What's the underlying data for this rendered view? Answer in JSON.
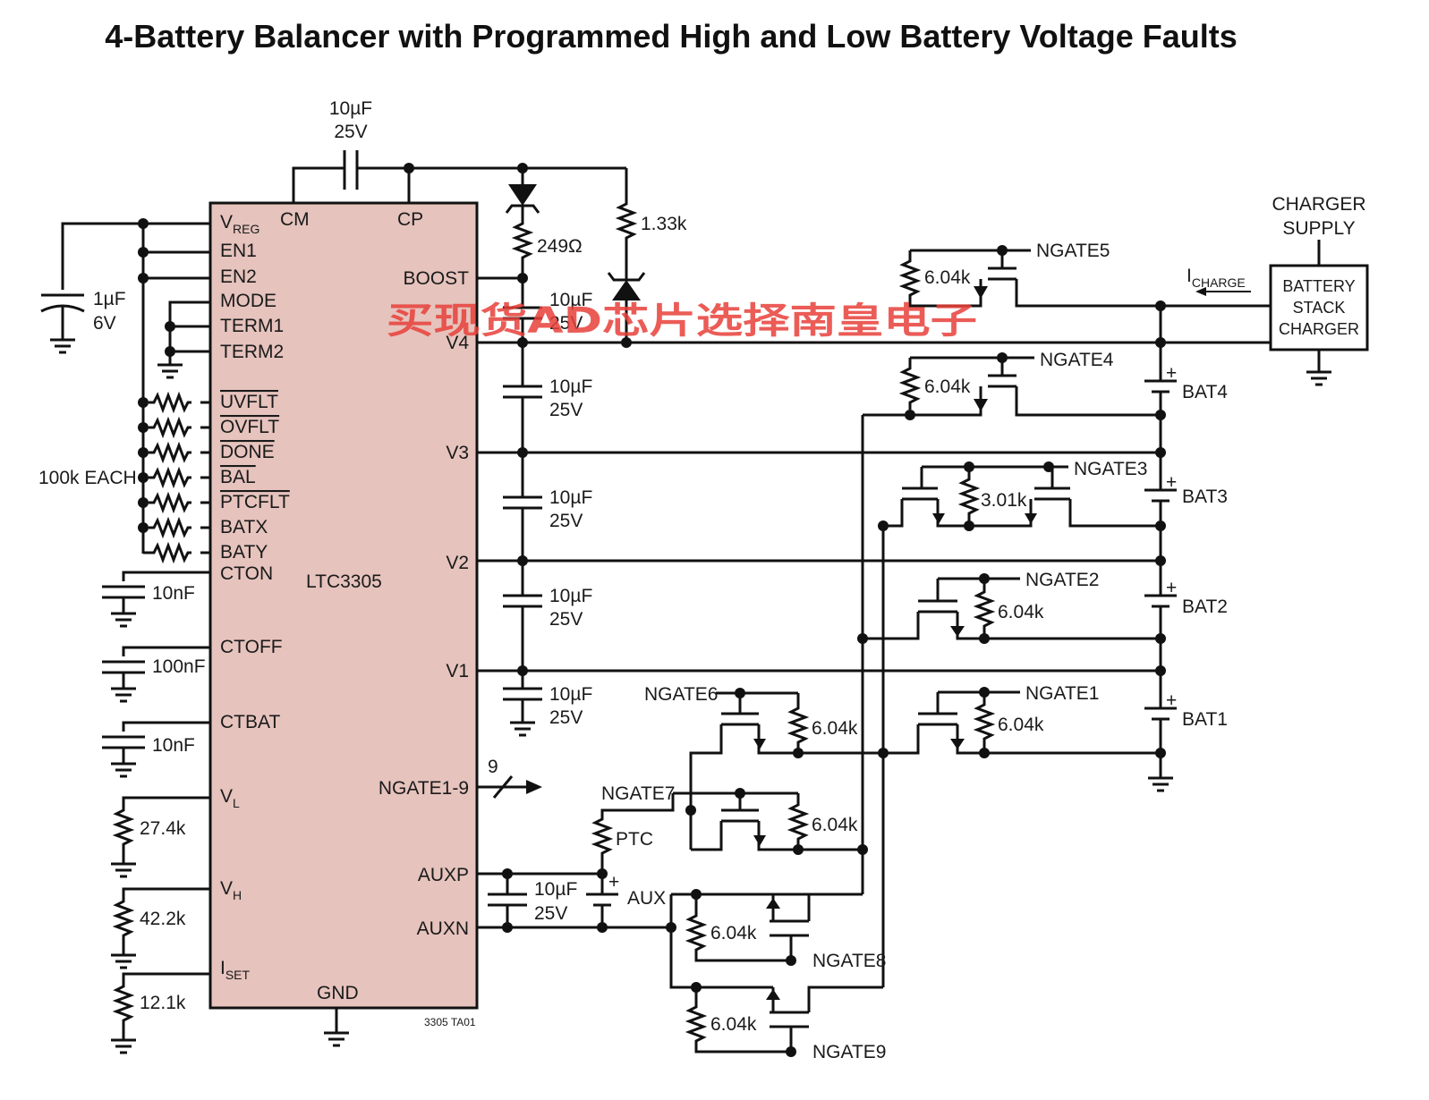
{
  "title": "4-Battery Balancer with Programmed High and Low Battery Voltage Faults",
  "watermark": "买现货AD芯片选择南皇电子",
  "drawing_code": "3305 TA01",
  "ic": {
    "name": "LTC3305",
    "fill_color": "#e6c3bd",
    "pins_left": {
      "vreg": "V",
      "vreg_sub": "REG",
      "en1": "EN1",
      "en2": "EN2",
      "mode": "MODE",
      "term1": "TERM1",
      "term2": "TERM2",
      "uvflt": "UVFLT",
      "ovflt": "OVFLT",
      "done": "DONE",
      "bal": "BAL",
      "ptcflt": "PTCFLT",
      "batx": "BATX",
      "baty": "BATY",
      "cton": "CTON",
      "ctoff": "CTOFF",
      "ctbat": "CTBAT",
      "vl": "V",
      "vl_sub": "L",
      "vh": "V",
      "vh_sub": "H",
      "iset": "I",
      "iset_sub": "SET"
    },
    "pins_top": {
      "cm": "CM",
      "cp": "CP"
    },
    "pins_right": {
      "boost": "BOOST",
      "v4": "V4",
      "v3": "V3",
      "v2": "V2",
      "v1": "V1",
      "ngate": "NGATE1-9",
      "auxp": "AUXP",
      "auxn": "AUXN"
    },
    "pins_bottom": {
      "gnd": "GND"
    }
  },
  "components": {
    "c_top_value": "10µF",
    "c_top_rating": "25V",
    "c_vreg_value": "1µF",
    "c_vreg_rating": "6V",
    "pullups": "100k EACH",
    "c_cton": "10nF",
    "c_ctoff": "100nF",
    "c_ctbat": "10nF",
    "r_vl": "27.4k",
    "r_vh": "42.2k",
    "r_iset": "12.1k",
    "r_boost": "249Ω",
    "r_zener": "1.33k",
    "c_stack_value": "10µF",
    "c_stack_rating": "25V",
    "bus_width": "9",
    "r_ptc": "PTC",
    "aux_label": "AUX",
    "r_gate": "6.04k",
    "r_gate3": "3.01k",
    "plus": "+"
  },
  "gates": {
    "g1": "NGATE1",
    "g2": "NGATE2",
    "g3": "NGATE3",
    "g4": "NGATE4",
    "g5": "NGATE5",
    "g6": "NGATE6",
    "g7": "NGATE7",
    "g8": "NGATE8",
    "g9": "NGATE9"
  },
  "batteries": {
    "b1": "BAT1",
    "b2": "BAT2",
    "b3": "BAT3",
    "b4": "BAT4"
  },
  "charger": {
    "supply_l1": "CHARGER",
    "supply_l2": "SUPPLY",
    "box_l1": "BATTERY",
    "box_l2": "STACK",
    "box_l3": "CHARGER",
    "current": "I",
    "current_sub": "CHARGE"
  }
}
